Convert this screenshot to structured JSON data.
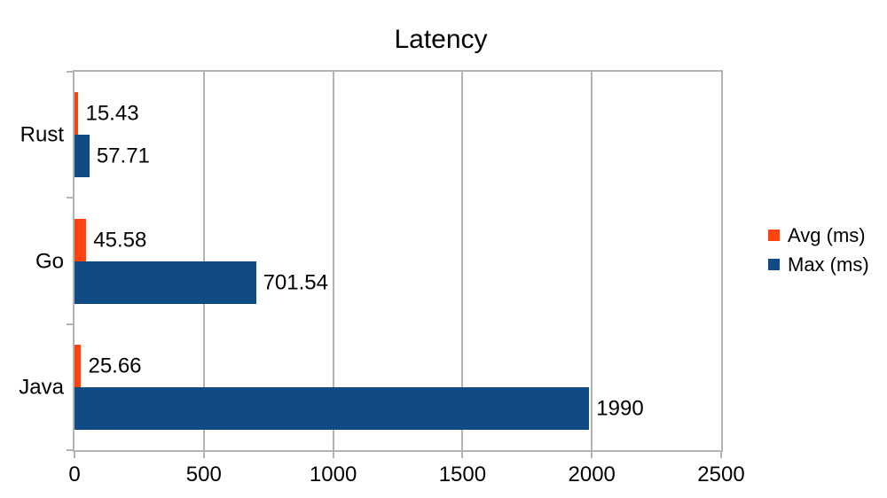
{
  "chart_data": {
    "type": "bar",
    "orientation": "horizontal",
    "title": "Latency",
    "categories": [
      "Rust",
      "Go",
      "Java"
    ],
    "series": [
      {
        "name": "Avg (ms)",
        "color": "#ff420e",
        "values": [
          15.43,
          45.58,
          25.66
        ],
        "labels": [
          "15.43",
          "45.58",
          "25.66"
        ]
      },
      {
        "name": "Max (ms)",
        "color": "#114b86",
        "values": [
          57.71,
          701.54,
          1990
        ],
        "labels": [
          "57.71",
          "701.54",
          "1990"
        ]
      }
    ],
    "x_axis": {
      "min": 0,
      "max": 2500,
      "ticks": [
        0,
        500,
        1000,
        1500,
        2000,
        2500
      ],
      "tick_labels": [
        "0",
        "500",
        "1000",
        "1500",
        "2000",
        "2500"
      ]
    },
    "grid": "vertical",
    "legend_position": "right",
    "colors": {
      "axis": "#b3b3b3",
      "text": "#000000",
      "background": "#ffffff"
    }
  }
}
